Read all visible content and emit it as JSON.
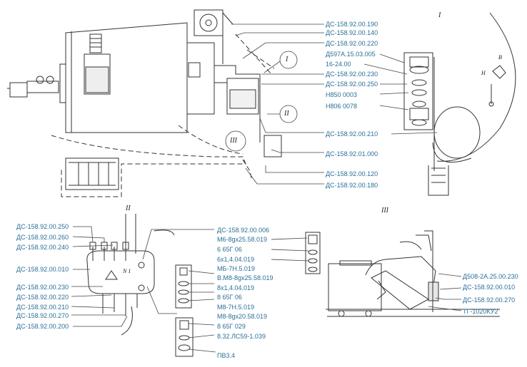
{
  "views": {
    "main": {
      "roman_numerals": [
        "I",
        "II",
        "III"
      ],
      "callouts": [
        "ДС-158.92.00.190",
        "ДС-158.92.00.140",
        "ДС-158.92.00.220",
        "Д597А.15.03.005",
        "16-24.00",
        "ДС-158.92.00.230",
        "ДС-158.92.00.250",
        "Н850 0003",
        "Н806 0078",
        "ДС-158.92.00.210",
        "ДС-158.92.01.000",
        "ДС-158.92.00.120",
        "ДС-158.92.00.180"
      ]
    },
    "view_I": {
      "title": "I",
      "letters": [
        "В",
        "Н"
      ]
    },
    "view_II": {
      "title": "II",
      "left_callouts": [
        "ДС-158.92.00.250",
        "ДС-158.92.00.260",
        "ДС-158.92.00.240",
        "ДС-158.92.00.010",
        "ДС-158.92.00.230",
        "ДС-158.92.00.220",
        "ДС-158.92.00.210",
        "ДС-158.92.00.270",
        "ДС-158.92.00.200"
      ],
      "right_callouts": [
        "ДС-158.92.00.006",
        "М6-8gx25.58.019",
        "6 65Г 06",
        "6х1,4.04.019",
        "МБ-7Н.5.019",
        "В.М8-8gx25.58.019",
        "8х1,4.04.019",
        "8 65Г 06",
        "М8-7Н.5.019",
        "М8-8gx20.58.019",
        "8 65Г 029",
        "8.32.ЛС59-1.039",
        "ПВ3.4"
      ],
      "box_text": "N 1"
    },
    "view_III": {
      "title": "III",
      "callouts": [
        "Д508-2А.25.00.230",
        "ДС-158.92.00.010",
        "ДС-158.92.00.270",
        "ТГ-1020КУ2"
      ]
    }
  }
}
